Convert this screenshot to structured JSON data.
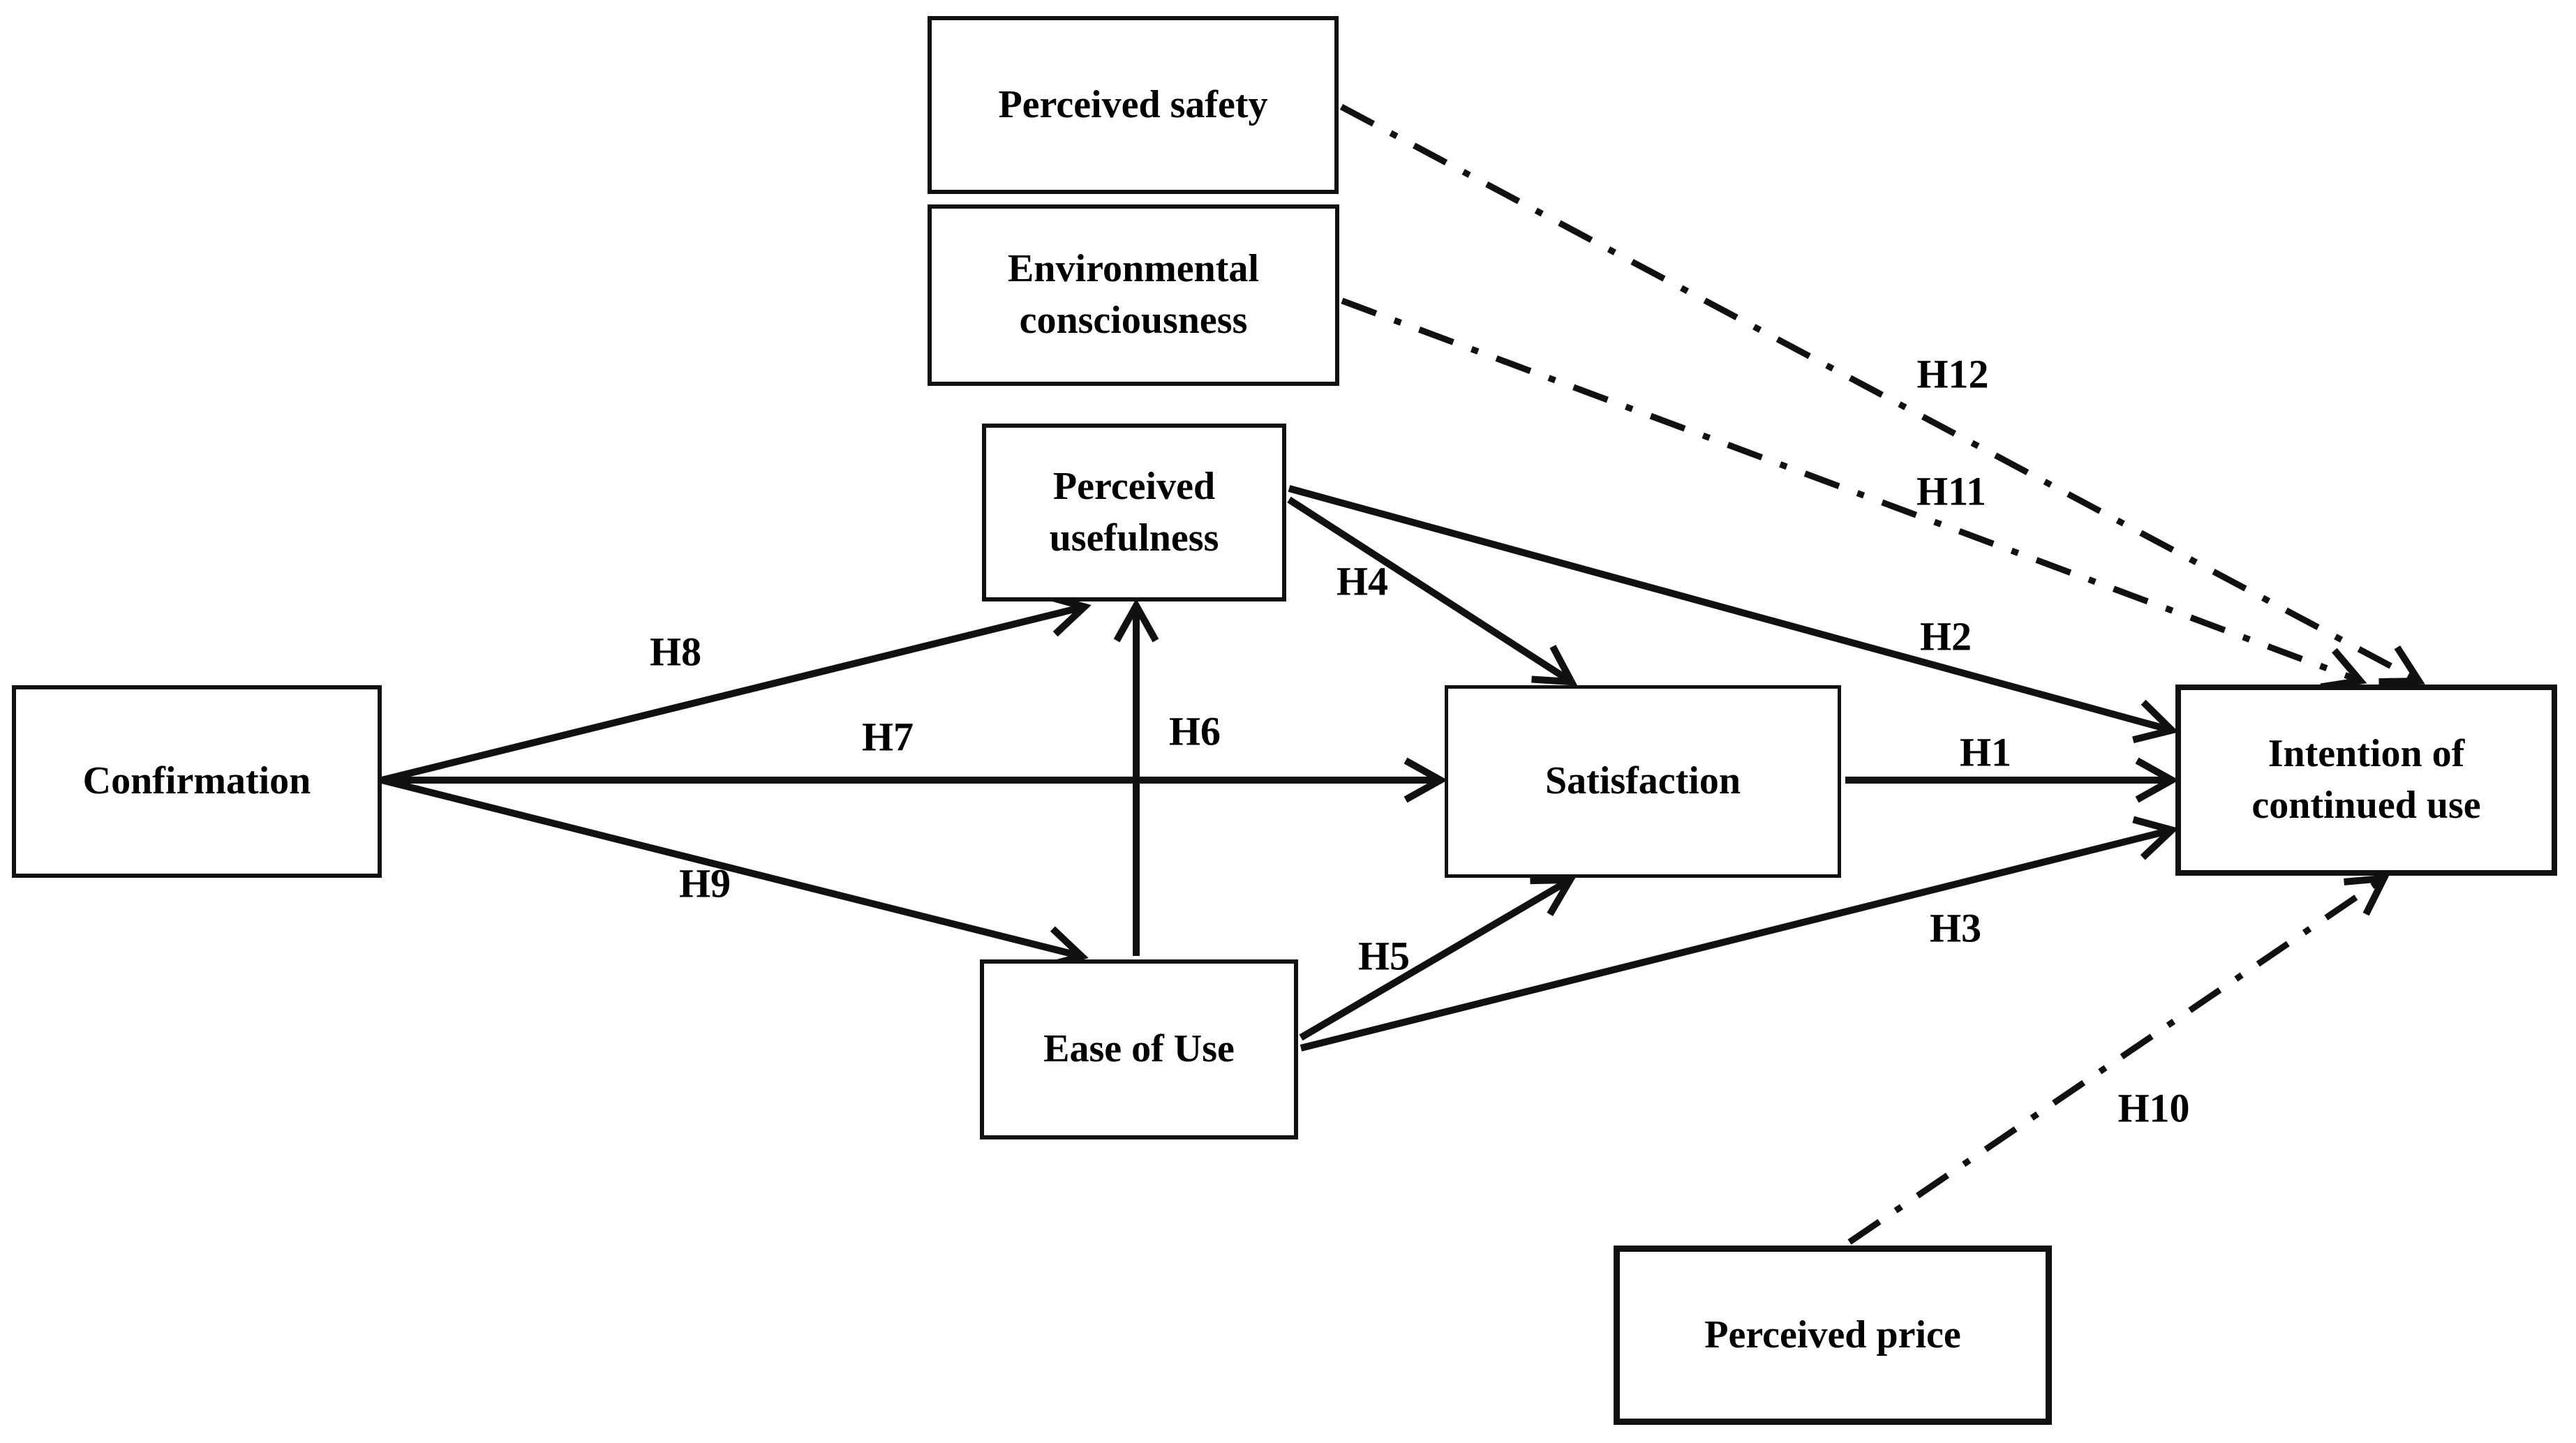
{
  "figure": {
    "background_color": "#ffffff",
    "line_color": "#111111",
    "text_color": "#000000"
  },
  "nodes": [
    {
      "id": "perceived_safety",
      "label": "Perceived safety"
    },
    {
      "id": "environmental_consciousness",
      "label": "Environmental consciousness"
    },
    {
      "id": "perceived_usefulness",
      "label": "Perceived usefulness"
    },
    {
      "id": "confirmation",
      "label": "Confirmation"
    },
    {
      "id": "satisfaction",
      "label": "Satisfaction"
    },
    {
      "id": "ease_of_use",
      "label": "Ease of Use"
    },
    {
      "id": "intention_of_continued_use",
      "label": "Intention of continued use"
    },
    {
      "id": "perceived_price",
      "label": "Perceived price"
    }
  ],
  "edges": [
    {
      "label": "H1",
      "from": "satisfaction",
      "to": "intention_of_continued_use",
      "style": "solid"
    },
    {
      "label": "H2",
      "from": "perceived_usefulness",
      "to": "intention_of_continued_use",
      "style": "solid"
    },
    {
      "label": "H3",
      "from": "ease_of_use",
      "to": "intention_of_continued_use",
      "style": "solid"
    },
    {
      "label": "H4",
      "from": "perceived_usefulness",
      "to": "satisfaction",
      "style": "solid"
    },
    {
      "label": "H5",
      "from": "ease_of_use",
      "to": "satisfaction",
      "style": "solid"
    },
    {
      "label": "H6",
      "from": "ease_of_use",
      "to": "perceived_usefulness",
      "style": "solid"
    },
    {
      "label": "H7",
      "from": "confirmation",
      "to": "satisfaction",
      "style": "solid"
    },
    {
      "label": "H8",
      "from": "confirmation",
      "to": "perceived_usefulness",
      "style": "solid"
    },
    {
      "label": "H9",
      "from": "confirmation",
      "to": "ease_of_use",
      "style": "solid"
    },
    {
      "label": "H10",
      "from": "perceived_price",
      "to": "intention_of_continued_use",
      "style": "dashdot"
    },
    {
      "label": "H11",
      "from": "environmental_consciousness",
      "to": "intention_of_continued_use",
      "style": "dashdot"
    },
    {
      "label": "H12",
      "from": "perceived_safety",
      "to": "intention_of_continued_use",
      "style": "dashdot"
    }
  ]
}
